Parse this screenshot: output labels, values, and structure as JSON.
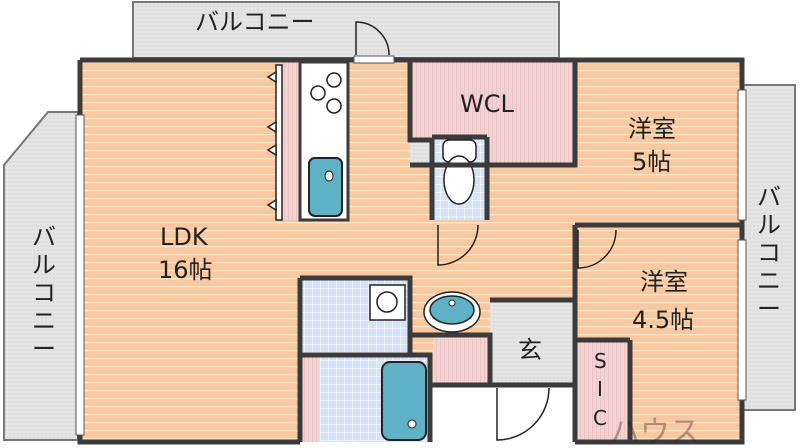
{
  "rooms": {
    "balcony_top": "バルコニー",
    "balcony_left": [
      "バ",
      "ル",
      "コ",
      "ニ",
      "ー"
    ],
    "balcony_right": [
      "バ",
      "ル",
      "コ",
      "ニ",
      "ー"
    ],
    "ldk_name": "LDK",
    "ldk_size": "16帖",
    "wcl": "WCL",
    "room1_name": "洋室",
    "room1_size": "5帖",
    "room2_name": "洋室",
    "room2_size": "4.5帖",
    "entrance": "玄",
    "sic": [
      "S",
      "I",
      "C"
    ]
  },
  "watermark": "ハウス",
  "colors": {
    "floor": "#f8c8a0",
    "storage": "#f2d2d2",
    "balcony": "#e2e2e2",
    "wet_area": "#d6e3f7",
    "fixture": "#5fb1c6",
    "wall": "#3b3b3b"
  }
}
